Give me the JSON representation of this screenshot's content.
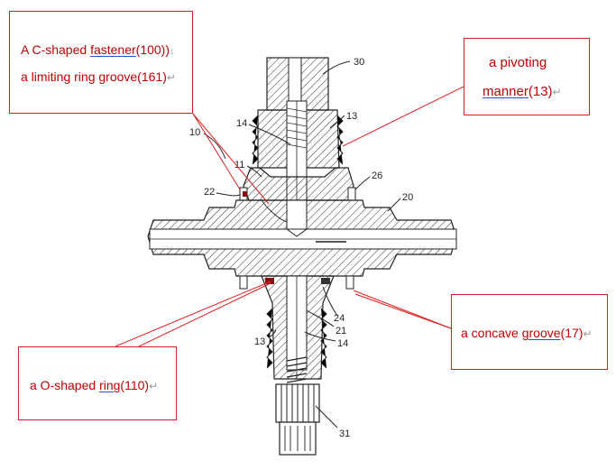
{
  "callouts": {
    "c_shaped": {
      "line1_prefix": "A C-shaped ",
      "line1_underlined": "fastener",
      "line1_suffix": "(100))",
      "line1_mark": "↓",
      "line2_text": "a limiting ring groove(161)",
      "line2_mark": "↵"
    },
    "pivoting": {
      "line1": "a pivoting",
      "line2_underlined": "manner",
      "line2_suffix": "(13)",
      "line2_mark": "↵"
    },
    "concave": {
      "prefix": "a concave ",
      "underlined": "groove",
      "suffix": "(17)",
      "mark": "↵"
    },
    "o_shaped": {
      "prefix": "a O-shaped ",
      "underlined": "ring",
      "suffix": "(110)",
      "mark": "↵"
    }
  },
  "reference_numerals": [
    "30",
    "13",
    "14",
    "10",
    "11",
    "26",
    "22",
    "20",
    "24",
    "21",
    "14",
    "13",
    "31"
  ],
  "colors": {
    "callout_border": "#d92020",
    "callout_text": "#c00000",
    "leader_line": "#e02020",
    "drawing": "#222222"
  }
}
